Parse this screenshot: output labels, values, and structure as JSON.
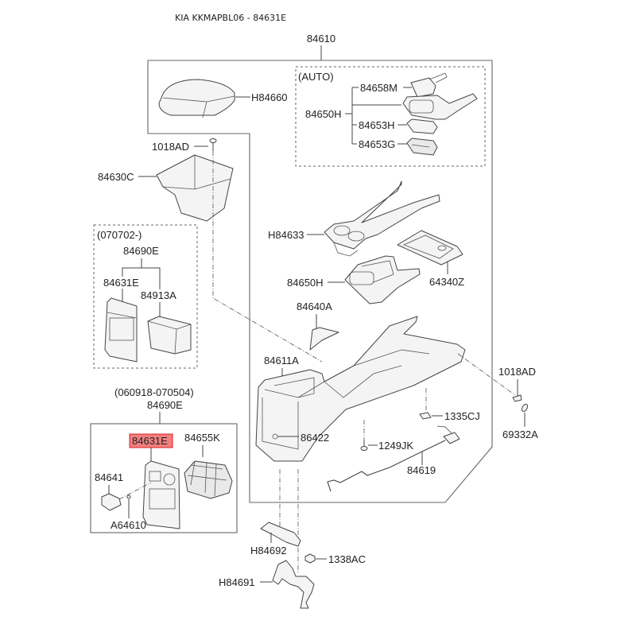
{
  "title": "KIA KKMAPBL06 - 84631E",
  "highlight_color": "#f17f7f",
  "highlighted_part": "84631E",
  "assembly": {
    "label": "84610"
  },
  "groups": {
    "auto": {
      "caption": "(AUTO)"
    },
    "group_070702": {
      "caption": "(070702-)"
    },
    "group_060918": {
      "caption": "(060918-070504)"
    }
  },
  "labels": {
    "h84660": "H84660",
    "n84658m": "84658M",
    "n84650h_auto": "84650H",
    "n84653h": "84653H",
    "n84653g": "84653G",
    "n1018ad_top": "1018AD",
    "n84630c": "84630C",
    "n84690e_a": "84690E",
    "n84631e_a": "84631E",
    "n84913a": "84913A",
    "h84633": "H84633",
    "n84650h": "84650H",
    "n64340z": "64340Z",
    "n84640a": "84640A",
    "n84611a": "84611A",
    "n1018ad_right": "1018AD",
    "n1335cj": "1335CJ",
    "n69332a": "69332A",
    "n86422": "86422",
    "n1249jk": "1249JK",
    "n84619": "84619",
    "n84690e_b": "84690E",
    "n84631e_b": "84631E",
    "n84655k": "84655K",
    "n84641": "84641",
    "a64610": "A64610",
    "h84692": "H84692",
    "n1338ac": "1338AC",
    "h84691": "H84691"
  }
}
